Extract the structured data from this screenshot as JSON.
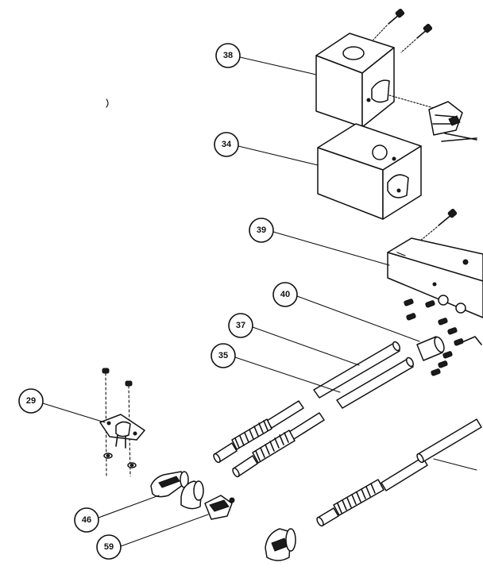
{
  "callouts": [
    {
      "id": "38",
      "label": "38"
    },
    {
      "id": "34",
      "label": "34"
    },
    {
      "id": "39",
      "label": "39"
    },
    {
      "id": "40",
      "label": "40"
    },
    {
      "id": "37",
      "label": "37"
    },
    {
      "id": "35",
      "label": "35"
    },
    {
      "id": "29",
      "label": "29"
    },
    {
      "id": "46",
      "label": "46"
    },
    {
      "id": "59",
      "label": "59"
    }
  ],
  "colors": {
    "ink": "#111111",
    "paper": "#ffffff"
  }
}
